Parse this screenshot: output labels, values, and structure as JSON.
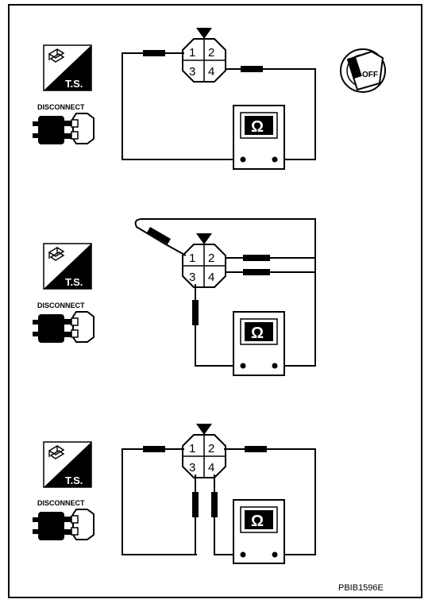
{
  "figure": {
    "code": "PBIB1596E",
    "disconnect_label": "DISCONNECT",
    "ts_label": "T.S.",
    "ohm_symbol": "Ω",
    "key_label": "OFF",
    "pins": [
      "1",
      "2",
      "3",
      "4"
    ]
  },
  "colors": {
    "line": "#000000",
    "background": "#ffffff"
  }
}
